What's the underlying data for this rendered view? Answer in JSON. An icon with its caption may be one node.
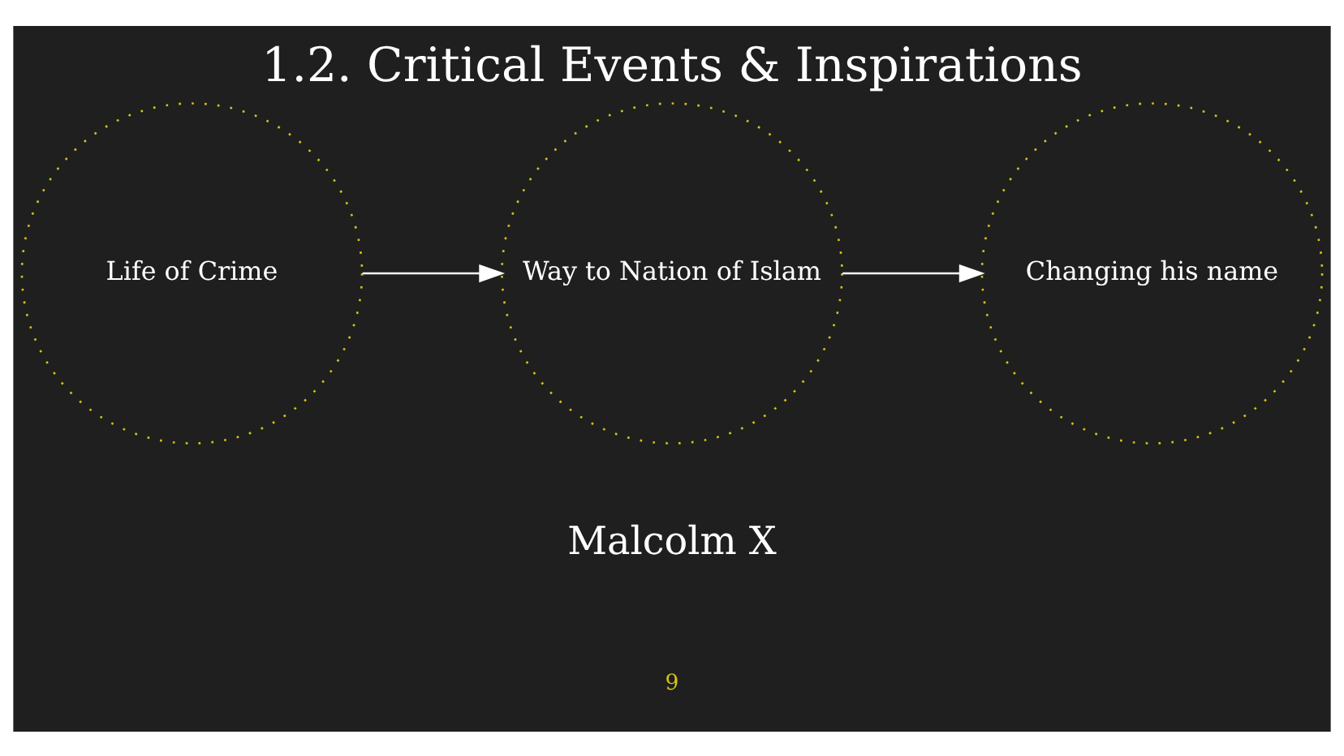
{
  "diagram": {
    "title": "1.2. Critical Events & Inspirations",
    "nodes": [
      {
        "text": [
          "Life of Crime"
        ]
      },
      {
        "text": [
          "Way to Nation of Islam"
        ]
      },
      {
        "text": [
          "Changing his name"
        ]
      }
    ],
    "edges": [
      {
        "from": 0,
        "to": 1,
        "arrow": "to"
      },
      {
        "from": 1,
        "to": 2,
        "arrow": "to"
      }
    ],
    "labels": [
      "Malcolm X",
      "9"
    ]
  }
}
